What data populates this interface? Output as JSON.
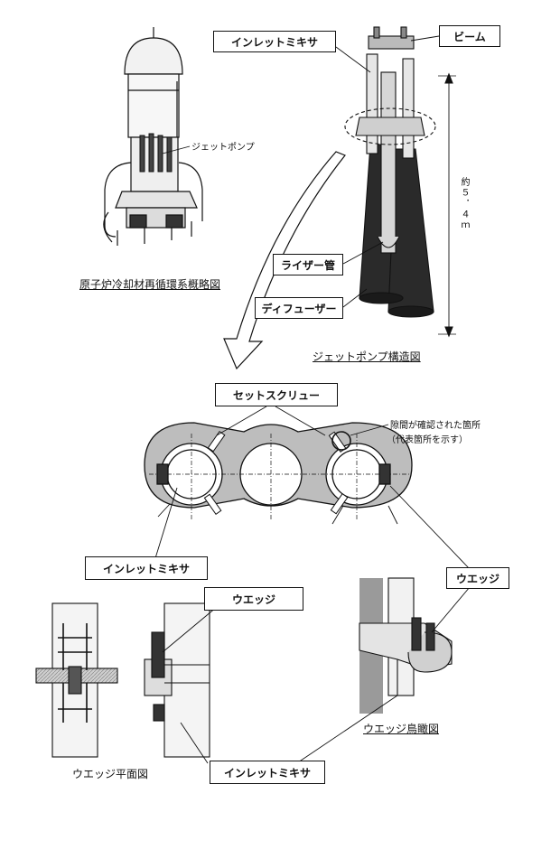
{
  "top_left": {
    "vessel_label": "ジェットポンプ",
    "caption": "原子炉冷却材再循環系概略図"
  },
  "top_right": {
    "inlet_mixer": "インレットミキサ",
    "beam": "ビーム",
    "riser": "ライザー管",
    "diffuser": "ディフューザー",
    "height": "約５．４ｍ",
    "caption": "ジェットポンプ構造図"
  },
  "middle": {
    "set_screw": "セットスクリュー",
    "gap_note": "隙間が確認された箇所",
    "gap_note_sub": "（代表箇所を示す）",
    "inlet_mixer": "インレットミキサ"
  },
  "bottom": {
    "wedge_plan": "ウエッジ",
    "wedge_birdseye": "ウエッジ",
    "plan_caption": "ウエッジ平面図",
    "birdseye_caption": "ウエッジ鳥瞰図",
    "inlet_mixer": "インレットミキサ"
  },
  "colors": {
    "ink": "#111111",
    "pipe_dark": "#2a2a2a",
    "pipe_light": "#d6d6d6",
    "bracket_fill": "#bdbdbd"
  }
}
